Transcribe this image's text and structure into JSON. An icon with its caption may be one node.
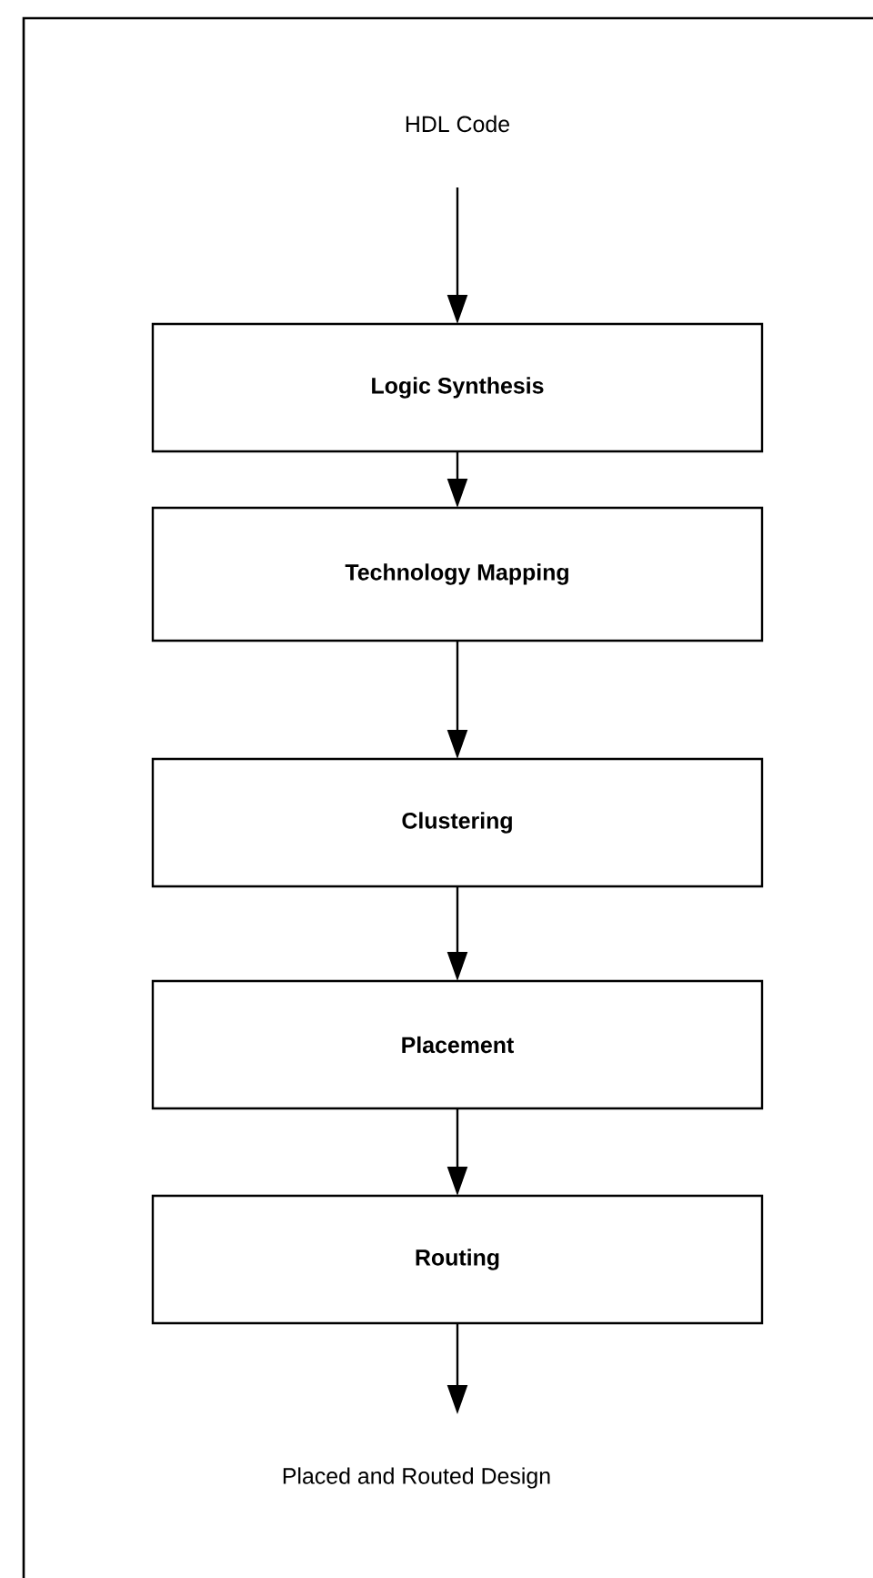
{
  "diagram": {
    "nodes": [
      {
        "text": [
          "HDL Code"
        ]
      },
      {
        "text": [
          "Logic Synthesis"
        ]
      },
      {
        "text": [
          "Technology Mapping"
        ]
      },
      {
        "text": [
          "Clustering"
        ]
      },
      {
        "text": [
          "Placement"
        ]
      },
      {
        "text": [
          "Routing"
        ]
      },
      {
        "text": [
          "Placed and Routed Design"
        ]
      }
    ],
    "edges": [
      {
        "from": 0,
        "to": 1,
        "arrow": "to"
      },
      {
        "from": 1,
        "to": 2,
        "arrow": "to"
      },
      {
        "from": 2,
        "to": 3,
        "arrow": "to"
      },
      {
        "from": 3,
        "to": 4,
        "arrow": "to"
      },
      {
        "from": 4,
        "to": 5,
        "arrow": "to"
      },
      {
        "from": 5,
        "to": 6,
        "arrow": "to"
      }
    ]
  }
}
